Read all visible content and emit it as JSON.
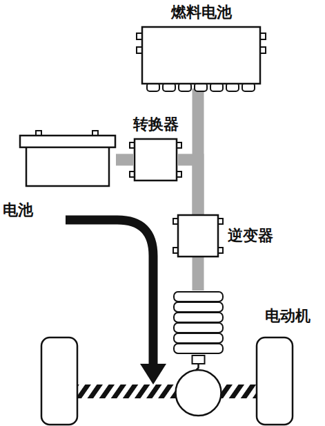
{
  "diagram": {
    "nodes": [
      {
        "text": [
          "燃料电池"
        ]
      },
      {
        "text": [
          "转换器"
        ]
      },
      {
        "text": [
          "电池"
        ]
      },
      {
        "text": [
          "逆变器"
        ]
      },
      {
        "text": [
          "电动机"
        ]
      }
    ],
    "edges": [
      {
        "from": 2,
        "to": 1,
        "arrow": "none"
      },
      {
        "from": 1,
        "to": 3,
        "arrow": "none"
      },
      {
        "from": 0,
        "to": 3,
        "arrow": "none"
      },
      {
        "from": 3,
        "to": 4,
        "arrow": "none"
      }
    ]
  }
}
